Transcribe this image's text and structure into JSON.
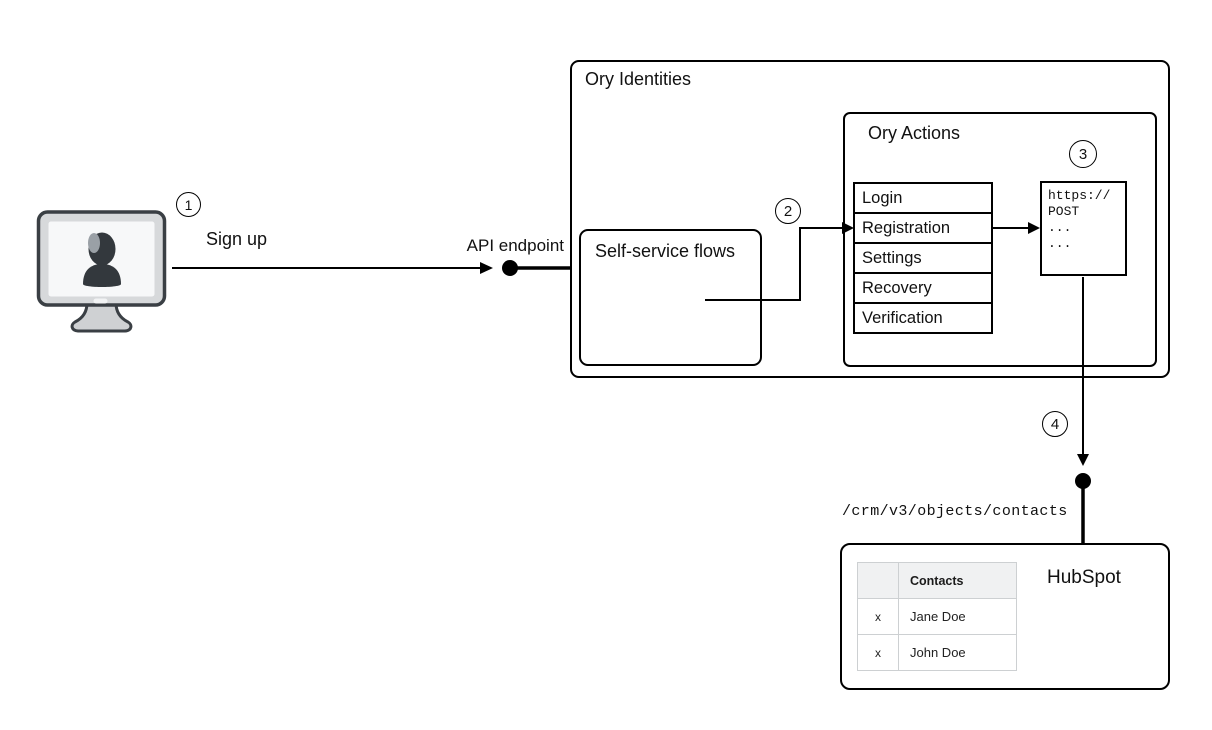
{
  "colors": {
    "background": "#ffffff",
    "stroke": "#000000",
    "table_border": "#cdd0d2",
    "table_header_bg": "#f0f1f2",
    "monitor_frame": "#d7d9db",
    "monitor_screen": "#f7f8f9",
    "monitor_silhouette": "#33383d",
    "monitor_stand": "#cfd1d3"
  },
  "icons": {
    "user_terminal": "user-monitor-icon",
    "api_endpoint_node": "connection-dot",
    "hubspot_endpoint_node": "connection-dot"
  },
  "flow": {
    "step1": {
      "badge": "1",
      "label": "Sign up"
    },
    "step2": {
      "badge": "2"
    },
    "step3": {
      "badge": "3"
    },
    "step4": {
      "badge": "4"
    },
    "api_endpoint_label": "API endpoint",
    "hubspot_path_label": "/crm/v3/objects/contacts"
  },
  "ory_identities": {
    "title": "Ory Identities",
    "self_service_flows": {
      "title": "Self-service flows"
    },
    "ory_actions": {
      "title": "Ory Actions",
      "flows": [
        "Login",
        "Registration",
        "Settings",
        "Recovery",
        "Verification"
      ],
      "webhook_code": [
        "https://",
        "POST",
        "...",
        "..."
      ]
    }
  },
  "hubspot": {
    "title": "HubSpot",
    "contacts_table": {
      "header": [
        "",
        "Contacts"
      ],
      "rows": [
        [
          "x",
          "Jane Doe"
        ],
        [
          "x",
          "John Doe"
        ]
      ]
    }
  }
}
